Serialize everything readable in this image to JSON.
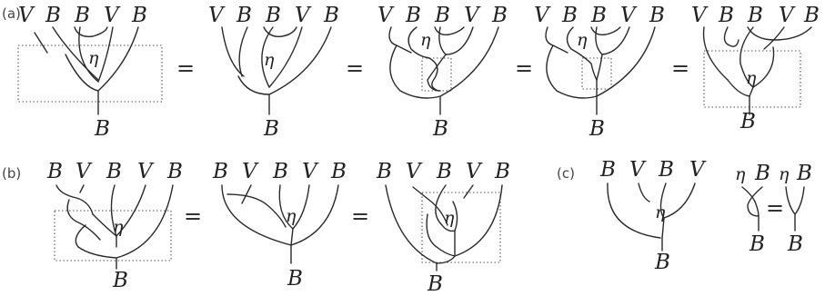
{
  "panels": {
    "a": {
      "label": "(a)",
      "diagrams": [
        {
          "top": [
            "V",
            "B",
            "B",
            "V",
            "B"
          ],
          "eta": "η",
          "bottom": "B"
        },
        {
          "top": [
            "V",
            "B",
            "B",
            "V",
            "B"
          ],
          "eta": "η",
          "bottom": "B"
        },
        {
          "top": [
            "V",
            "B",
            "B",
            "V",
            "B"
          ],
          "eta": "η",
          "bottom": "B"
        },
        {
          "top": [
            "V",
            "B",
            "B",
            "V",
            "B"
          ],
          "eta": "η",
          "bottom": "B"
        },
        {
          "top": [
            "V",
            "B",
            "B",
            "V",
            "B"
          ],
          "eta": "η",
          "bottom": "B"
        }
      ],
      "equals": [
        "=",
        "=",
        "=",
        "="
      ]
    },
    "b": {
      "label": "(b)",
      "diagrams": [
        {
          "top": [
            "B",
            "V",
            "B",
            "V",
            "B"
          ],
          "eta": "η",
          "bottom": "B"
        },
        {
          "top": [
            "B",
            "V",
            "B",
            "V",
            "B"
          ],
          "eta": "η",
          "bottom": "B"
        },
        {
          "top": [
            "B",
            "V",
            "B",
            "V",
            "B"
          ],
          "eta": "η",
          "bottom": "B"
        }
      ],
      "equals": [
        "=",
        "="
      ]
    },
    "c": {
      "label": "(c)",
      "diagram": {
        "top": [
          "B",
          "V",
          "B",
          "V"
        ],
        "eta": "η",
        "bottom": "B"
      },
      "identity": {
        "left_top": [
          "η",
          "B"
        ],
        "right_top": [
          "η",
          "B"
        ],
        "left_bottom": "B",
        "right_bottom": "B",
        "equals": "="
      }
    }
  }
}
